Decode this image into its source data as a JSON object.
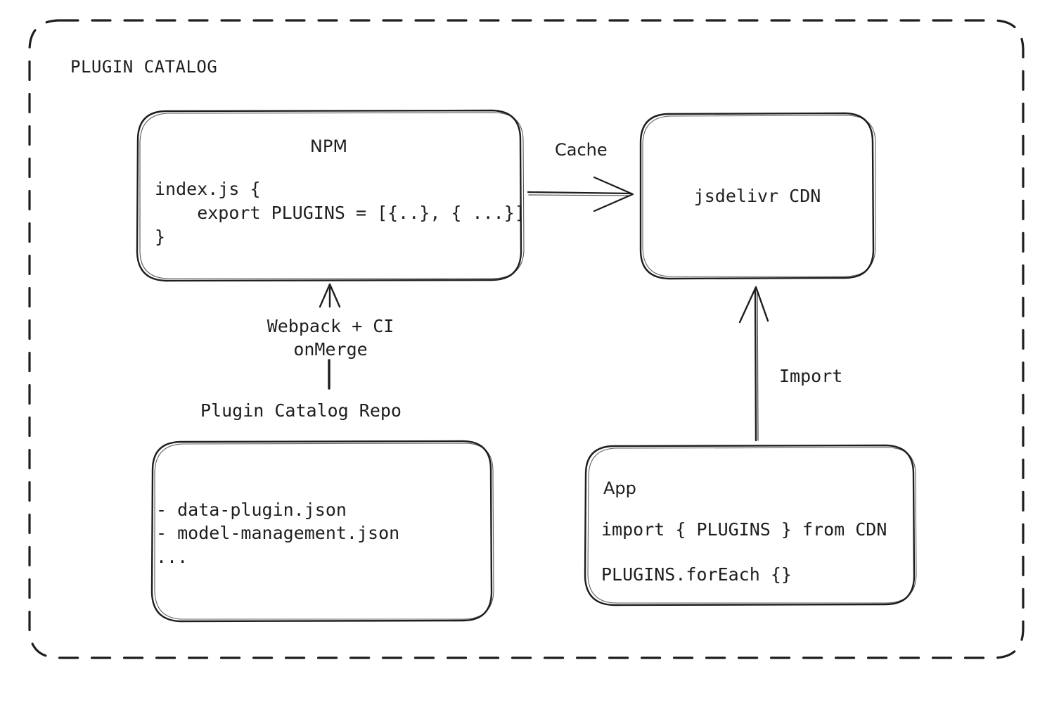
{
  "diagram": {
    "group": {
      "title": "PLUGIN CATALOG",
      "border_style": "dashed",
      "stroke": "#1e1e1e"
    },
    "nodes": [
      {
        "id": "npm",
        "title": "NPM",
        "code": "index.js {\n    export PLUGINS = [{..}, { ...}]\n}"
      },
      {
        "id": "cdn",
        "title": "jsdelivr CDN"
      },
      {
        "id": "repo",
        "caption": "Plugin Catalog Repo",
        "list": "- data-plugin.json\n- model-management.json\n..."
      },
      {
        "id": "app",
        "title": "App",
        "code_line_1": "import { PLUGINS } from CDN",
        "code_line_2": "PLUGINS.forEach {}"
      }
    ],
    "edges": [
      {
        "id": "npm-to-cdn",
        "label": "Cache",
        "from": "npm",
        "to": "cdn",
        "direction": "right"
      },
      {
        "id": "repo-to-npm",
        "label": "Webpack + CI\nonMerge",
        "from": "repo",
        "to": "npm",
        "direction": "up"
      },
      {
        "id": "app-to-cdn",
        "label": "Import",
        "from": "app",
        "to": "cdn",
        "direction": "up"
      }
    ]
  }
}
